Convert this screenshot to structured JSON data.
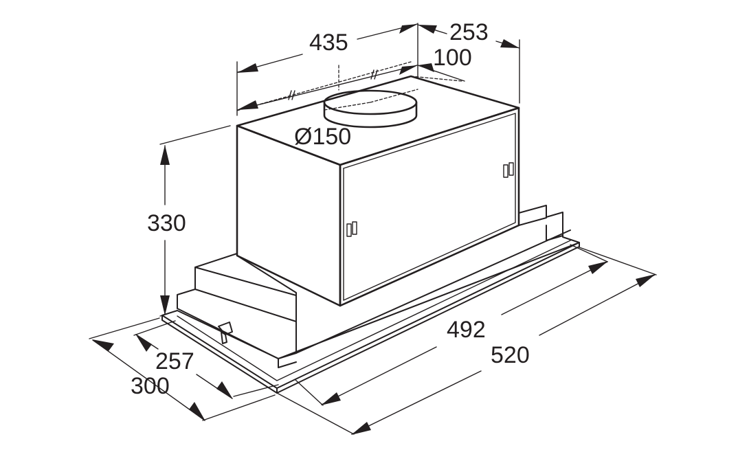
{
  "dimensions": {
    "width_front": "435",
    "depth_top": "253",
    "duct_offset": "100",
    "duct_diameter": "Ø150",
    "height": "330",
    "depth_inner": "257",
    "depth_outer": "300",
    "width_inner": "492",
    "width_outer": "520"
  },
  "colors": {
    "line": "#231f20",
    "background": "#ffffff"
  }
}
